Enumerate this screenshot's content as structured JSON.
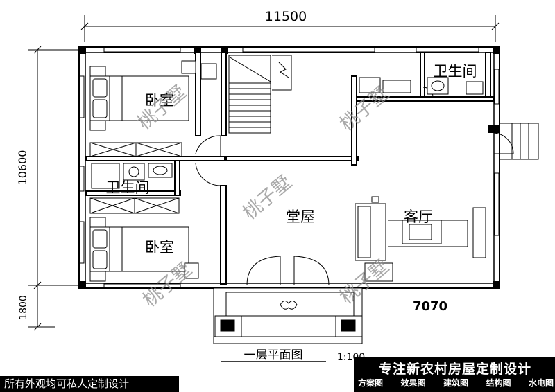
{
  "dimensions": {
    "width_total": "11500",
    "height_main": "10600",
    "height_porch": "1800",
    "house_code": "7070"
  },
  "rooms": {
    "bedroom_top": "卧室",
    "bathroom_top": "卫生间",
    "bathroom_left": "卫生间",
    "bedroom_bottom": "卧室",
    "main_hall": "堂屋",
    "living_room": "客厅"
  },
  "drawing": {
    "title": "一层平面图",
    "scale": "1:100"
  },
  "watermark": "桃子墅",
  "banner": {
    "title": "专注新农村房屋定制设计",
    "services": [
      "方案图",
      "效果图",
      "建筑图",
      "结构图",
      "水电图"
    ]
  },
  "footer_note": "所有外观均可私人定制设计",
  "colors": {
    "line": "#000000",
    "watermark": "#8d8d8d",
    "banner_bg": "#000000",
    "banner_text": "#ffffff"
  }
}
